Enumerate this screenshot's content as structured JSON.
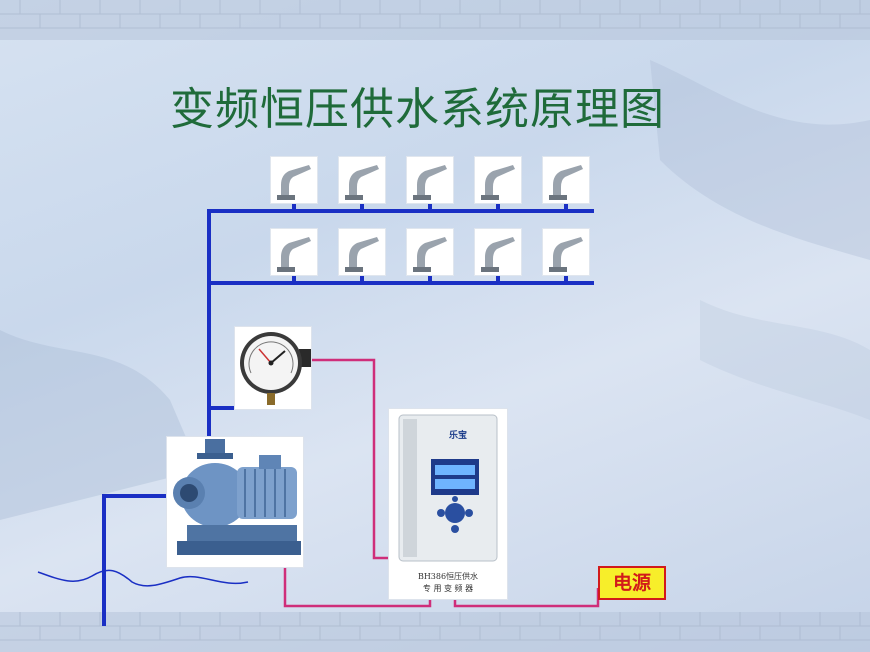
{
  "title": "变频恒压供水系统原理图",
  "power_label": "电源",
  "vfd": {
    "brand": "乐宝",
    "caption_line1": "BH386恒压供水",
    "caption_line2": "专 用 变 频 器"
  },
  "colors": {
    "title": "#1f6b3a",
    "water_pipe": "#1a2fc4",
    "signal_wire": "#cf2e7a",
    "power_box_fill": "#f7ee2a",
    "power_box_border": "#d21a1a"
  },
  "icons": {
    "faucet": "faucet-icon",
    "gauge": "pressure-gauge-icon",
    "pump": "centrifugal-pump-icon",
    "vfd": "frequency-inverter-icon"
  },
  "faucet_count_per_row": 5,
  "faucet_rows": 2
}
